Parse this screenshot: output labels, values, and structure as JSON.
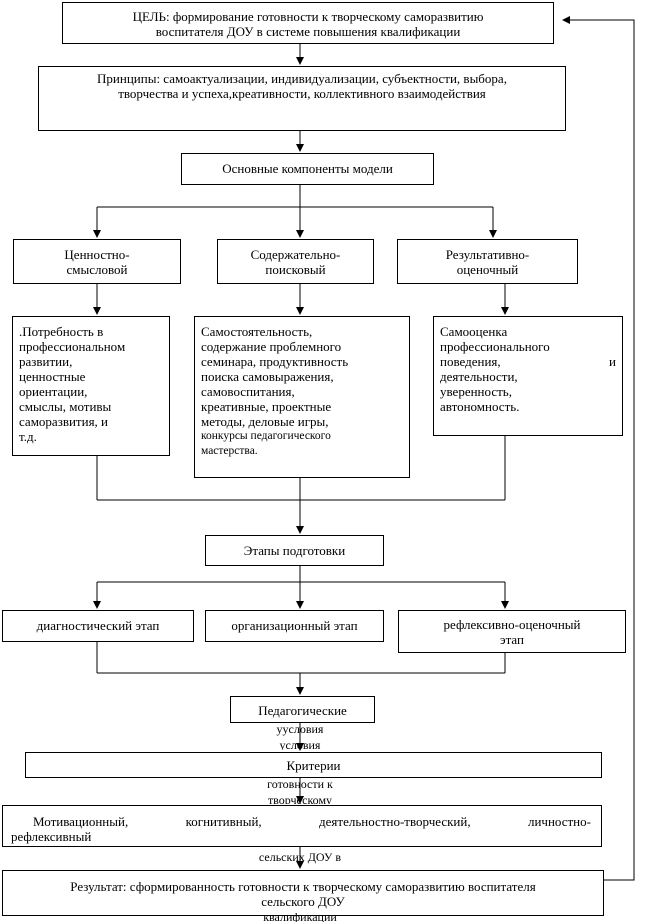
{
  "goal": {
    "label": "ЦЕЛЬ:",
    "line1": "формирование готовности к творческому саморазвитию",
    "line2": "воспитателя ДОУ в системе повышения квалификации"
  },
  "principles": {
    "line1": "Принципы: самоактуализации, индивидуализации, субъектности, выбора,",
    "line2": "творчества и успеха,креативности,  коллективного взаимодействия"
  },
  "components": {
    "title": "Основные компоненты модели"
  },
  "component_boxes": [
    {
      "line1": "Ценностно-",
      "line2": "смысловой"
    },
    {
      "line1": "Содержательно-",
      "line2": "поисковый"
    },
    {
      "line1": "Результативно-",
      "line2": "оценочный"
    }
  ],
  "details": {
    "value": [
      ".Потребность в",
      "профессиональном",
      "развитии,",
      "ценностные",
      "ориентации,",
      "смыслы, мотивы",
      "саморазвития,  и",
      "т.д."
    ],
    "content": [
      "Самостоятельность,",
      "содержание проблемного",
      "семинара, продуктивность",
      "поиска самовыражения,",
      "самовоспитания,",
      "креативные, проектные",
      "методы, деловые игры,"
    ],
    "content_small": "конкурсы педагогического",
    "content_last": "мастерства.",
    "result_l1": "Самооценка",
    "result_l2": "профессионального",
    "result_l3a": "поведения,",
    "result_l3b": "и",
    "result_rest": [
      "деятельности,",
      "уверенность,",
      "автономность."
    ]
  },
  "stages": {
    "title": "Этапы подготовки",
    "items": [
      {
        "line1": "диагностический этап",
        "line2": ""
      },
      {
        "line1": "организационный этап",
        "line2": ""
      },
      {
        "line1": "рефлексивно-оценочный",
        "line2": "этап"
      }
    ]
  },
  "conditions": {
    "line1": "Педагогические",
    "overflow1": "уусловия",
    "overflow2": "условия"
  },
  "criteria": {
    "title": "Критерии",
    "overflow1": "готовности к",
    "overflow2": "творческому"
  },
  "criteria_list": {
    "w1": "Мотивационный,",
    "w2": "когнитивный,",
    "w3": "деятельностно-творческий,",
    "w4": "личностно-",
    "line2": "рефлексивный",
    "overflow": "сельских ДОУ в"
  },
  "result": {
    "line1": "Результат: сформированность готовности к творческому саморазвитию воспитателя",
    "line2": "сельского ДОУ",
    "overflow": "квалификации"
  }
}
